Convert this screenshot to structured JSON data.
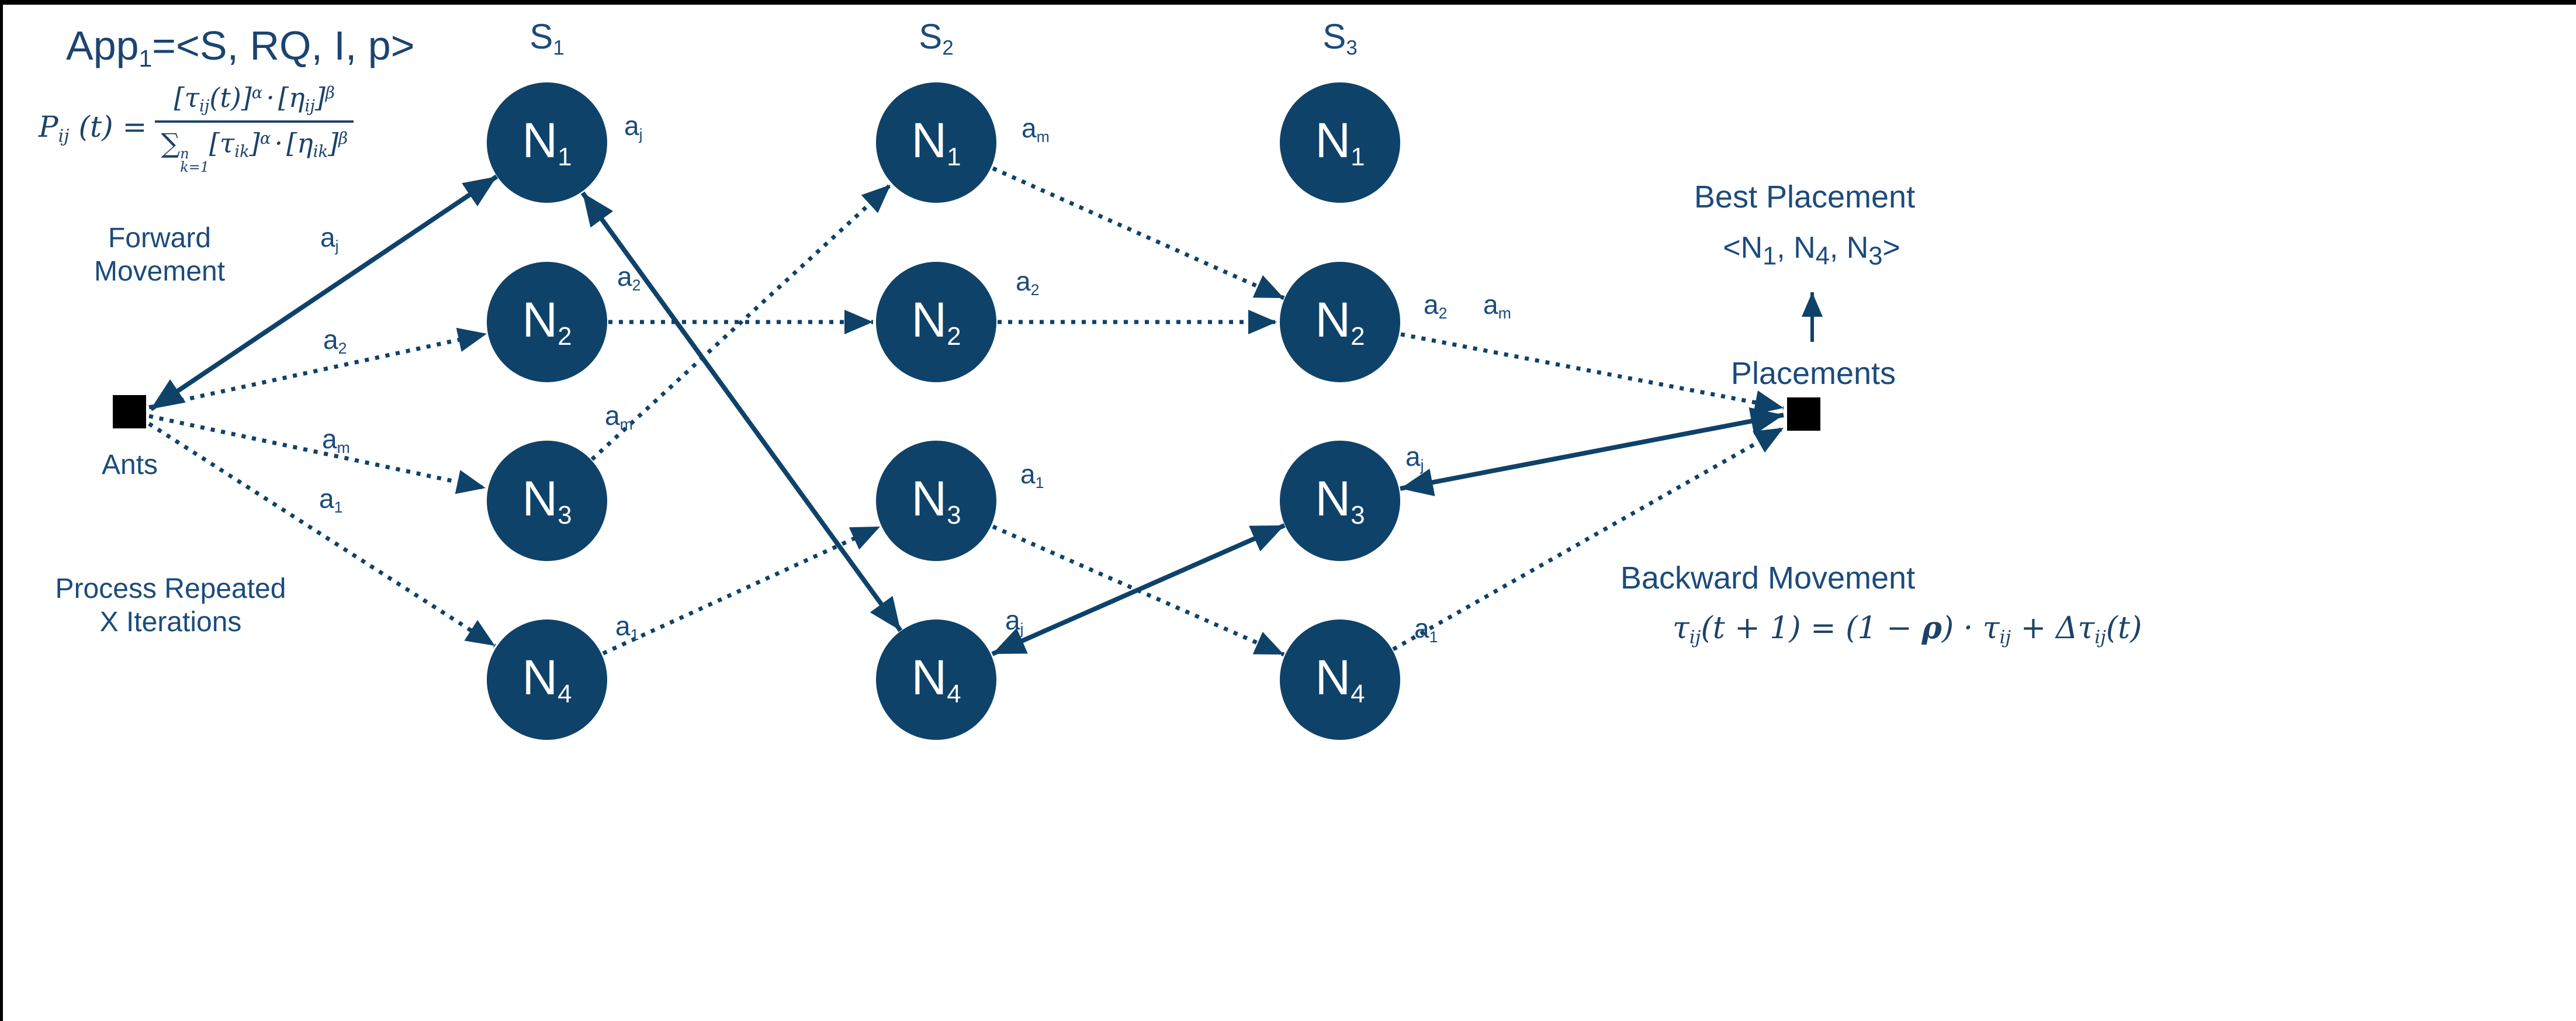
{
  "slide": {
    "background": "#FFFFFF",
    "border_color": "#000000"
  },
  "colors": {
    "node_fill": "#0E4269",
    "edge_color": "#0E4269",
    "text_color": "#1B4B7C",
    "math_color": "#1C4268",
    "node_text": "#FFFFFF",
    "square_color": "#000000"
  },
  "title": {
    "base": "App",
    "sub": "1",
    "rest": "=<S, RQ, I, p>"
  },
  "prob_formula": {
    "lhs_base": "P",
    "lhs_sub": "ij",
    "lhs_eq": "(t) =",
    "num_t1": "[τ",
    "num_t1_sub": "ij",
    "num_t2": "(t)]",
    "num_sup1": "α",
    "num_dot": "·",
    "num_t3": "[η",
    "num_t3_sub": "ij",
    "num_t4": "]",
    "num_sup2": "β",
    "den_sum": "∑",
    "den_sum_sup": "n",
    "den_sum_sub": "k=1",
    "den_t1": "[τ",
    "den_t1_sub": "ik",
    "den_t2": "]",
    "den_sup1": "α",
    "den_dot": "·",
    "den_t3": "[η",
    "den_t3_sub": "ik",
    "den_t4": "]",
    "den_sup2": "β"
  },
  "labels": {
    "forward_line1": "Forward",
    "forward_line2": "Movement",
    "ants": "Ants",
    "process_line1": "Process Repeated",
    "process_line2": "X Iterations",
    "best_placement": "Best Placement",
    "placements": "Placements",
    "backward": "Backward Movement"
  },
  "best_tuple": {
    "t1": "<N",
    "s1": "1",
    "t2": ", N",
    "s2": "4",
    "t3": ", N",
    "s3": "3",
    "t4": ">"
  },
  "backward_formula": {
    "t1": "τ",
    "s1": "ij",
    "t2": "(t + 1) =  (1 − ",
    "rho": "ρ",
    "t3": ") · τ",
    "s2": "ij",
    "t4": " + Δτ",
    "s3": "ij",
    "t5": "(t)"
  },
  "columns": [
    {
      "base": "S",
      "sub": "1"
    },
    {
      "base": "S",
      "sub": "2"
    },
    {
      "base": "S",
      "sub": "3"
    }
  ],
  "node_labels": [
    {
      "base": "N",
      "sub": "1"
    },
    {
      "base": "N",
      "sub": "2"
    },
    {
      "base": "N",
      "sub": "3"
    },
    {
      "base": "N",
      "sub": "4"
    }
  ],
  "ant_labels": {
    "aj": {
      "base": "a",
      "sub": "j"
    },
    "a1": {
      "base": "a",
      "sub": "1"
    },
    "a2": {
      "base": "a",
      "sub": "2"
    },
    "am": {
      "base": "a",
      "sub": "m"
    }
  },
  "edges": {
    "forward_dotted": [
      {
        "from": "ants",
        "to": "S1.N2",
        "label": "a2"
      },
      {
        "from": "ants",
        "to": "S1.N3",
        "label": "am"
      },
      {
        "from": "ants",
        "to": "S1.N4",
        "label": "a1"
      },
      {
        "from": "S1.N2",
        "to": "S2.N2",
        "label": "a2"
      },
      {
        "from": "S1.N3",
        "to": "S2.N1",
        "label": "am"
      },
      {
        "from": "S1.N4",
        "to": "S2.N3",
        "label": "a1"
      },
      {
        "from": "S2.N1",
        "to": "S3.N2",
        "label": "am"
      },
      {
        "from": "S2.N2",
        "to": "S3.N2",
        "label": "a2"
      },
      {
        "from": "S2.N3",
        "to": "S3.N4",
        "label": "a1"
      },
      {
        "from": "S3.N2",
        "to": "placements",
        "label": "a2, am"
      },
      {
        "from": "S3.N4",
        "to": "placements",
        "label": "a1"
      }
    ],
    "best_path_solid_bidirectional": [
      {
        "between": "ants",
        "and": "S1.N1",
        "label": "aj"
      },
      {
        "between": "S1.N1",
        "and": "S2.N4",
        "label": "aj"
      },
      {
        "between": "S2.N4",
        "and": "S3.N3",
        "label": "aj"
      },
      {
        "between": "S3.N3",
        "and": "placements",
        "label": "aj"
      }
    ],
    "placements_to_best": {
      "from": "placements-square",
      "to": "best-placement-tuple"
    }
  }
}
